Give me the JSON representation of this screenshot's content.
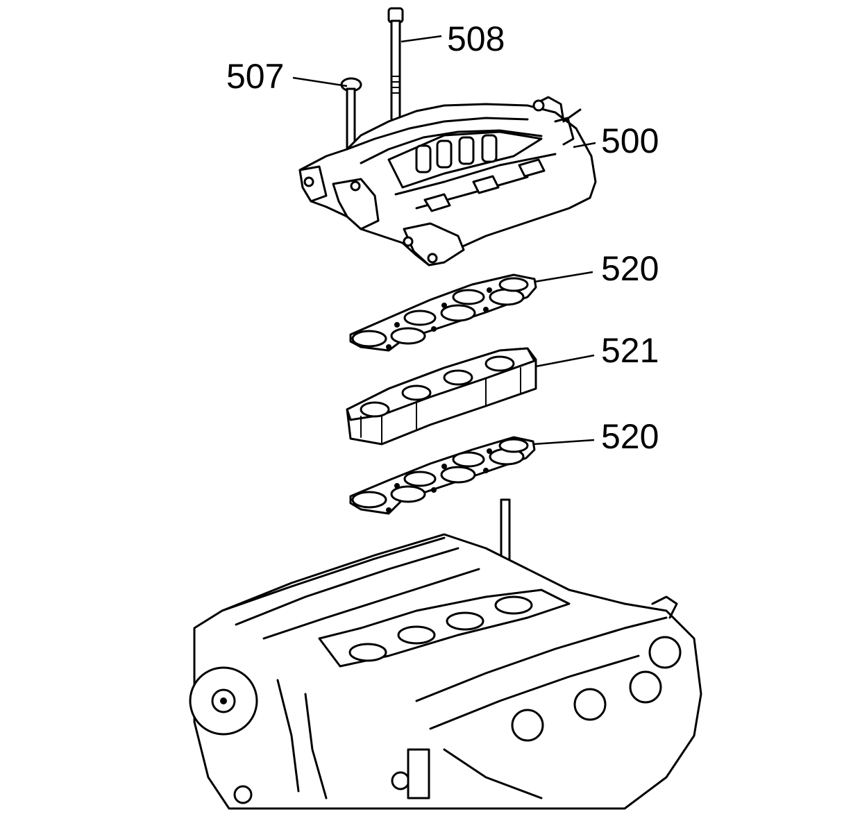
{
  "callouts": {
    "bolt_long": "508",
    "bolt_short": "507",
    "upper_manifold": "500",
    "gasket_upper": "520",
    "spacer": "521",
    "gasket_lower": "520"
  },
  "colors": {
    "line": "#000000",
    "background": "#ffffff"
  }
}
